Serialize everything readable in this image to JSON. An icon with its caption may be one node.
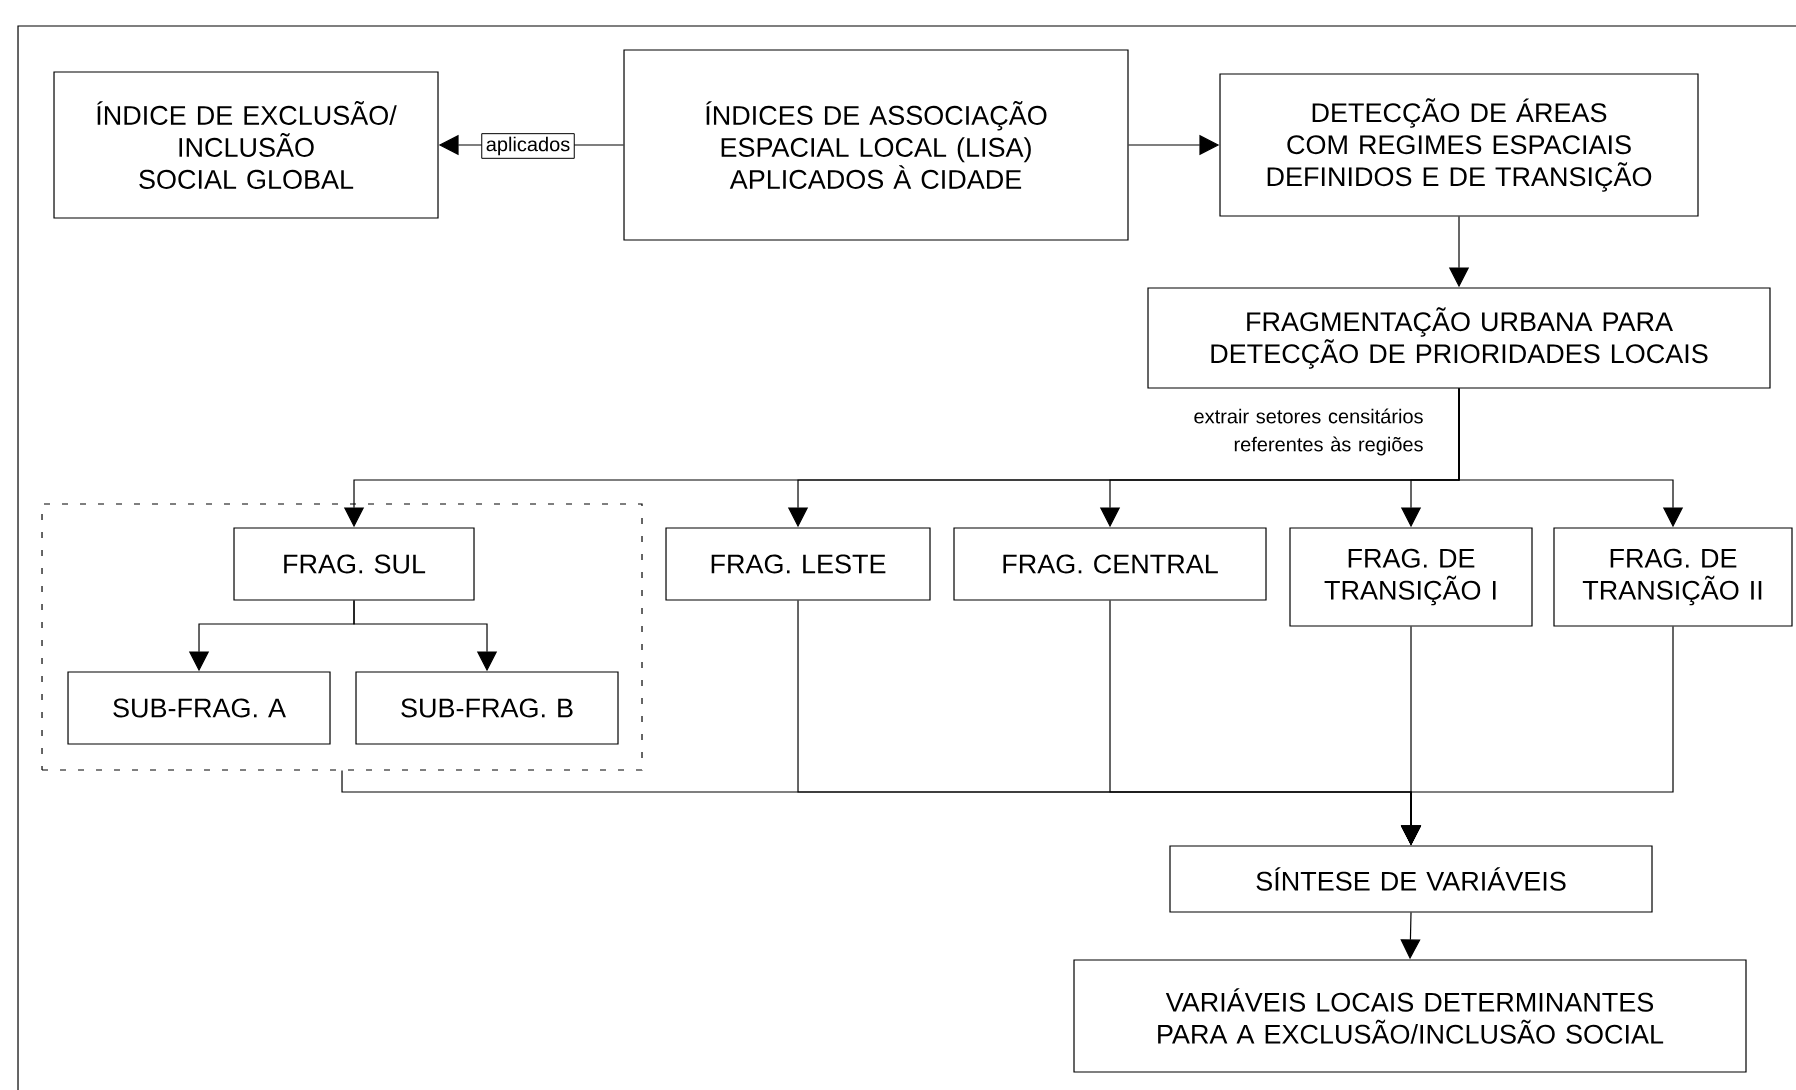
{
  "diagram": {
    "nodes": [
      {
        "text": [
          "ÍNDICE DE EXCLUSÃO/ INCLUSÃO SOCIAL GLOBAL"
        ]
      },
      {
        "text": [
          "ÍNDICES DE ASSOCIAÇÃO ESPACIAL LOCAL (LISA) APLICADOS À CIDADE"
        ]
      },
      {
        "text": [
          "DETECÇÃO DE ÁREAS COM REGIMES ESPACIAIS DEFINIDOS E DE TRANSIÇÃO"
        ]
      },
      {
        "text": [
          "FRAGMENTAÇÃO URBANA PARA DETECÇÃO DE PRIORIDADES LOCAIS"
        ]
      },
      {
        "text": [],
        "shape": "box"
      },
      {
        "text": [
          "FRAG. SUL"
        ],
        "in": 4
      },
      {
        "text": [
          "SUB-FRAG. A"
        ],
        "in": 4
      },
      {
        "text": [
          "SUB-FRAG. B"
        ],
        "in": 4
      },
      {
        "text": [
          "FRAG. LESTE"
        ]
      },
      {
        "text": [
          "FRAG. CENTRAL"
        ]
      },
      {
        "text": [
          "FRAG. DE TRANSIÇÃO I"
        ]
      },
      {
        "text": [
          "FRAG. DE TRANSIÇÃO II"
        ]
      },
      {
        "text": [
          "SÍNTESE DE VARIÁVEIS"
        ]
      },
      {
        "text": [
          "VARIÁVEIS LOCAIS DETERMINANTES PARA A EXCLUSÃO/INCLUSÃO SOCIAL"
        ]
      }
    ],
    "edges": [
      {
        "from": 1,
        "to": 0,
        "arrow": "to",
        "label": "aplicados"
      },
      {
        "from": 1,
        "to": 2,
        "arrow": "to"
      },
      {
        "from": 2,
        "to": 3,
        "arrow": "to"
      },
      {
        "from": 3,
        "to": 5,
        "arrow": "to"
      },
      {
        "from": 3,
        "to": 8,
        "arrow": "to"
      },
      {
        "from": 3,
        "to": 9,
        "arrow": "to"
      },
      {
        "from": 3,
        "to": 10,
        "arrow": "to"
      },
      {
        "from": 3,
        "to": 11,
        "arrow": "to"
      },
      {
        "from": 5,
        "to": 6,
        "arrow": "to"
      },
      {
        "from": 5,
        "to": 7,
        "arrow": "to"
      },
      {
        "from": 4,
        "to": 12,
        "arrow": "to"
      },
      {
        "from": 8,
        "to": 12,
        "arrow": "to"
      },
      {
        "from": 9,
        "to": 12,
        "arrow": "to"
      },
      {
        "from": 10,
        "to": 12,
        "arrow": "to"
      },
      {
        "from": 11,
        "to": 12,
        "arrow": "to"
      },
      {
        "from": 12,
        "to": 13,
        "arrow": "to"
      }
    ],
    "labels": [
      "extrair setores censitários referentes às regiões"
    ]
  }
}
